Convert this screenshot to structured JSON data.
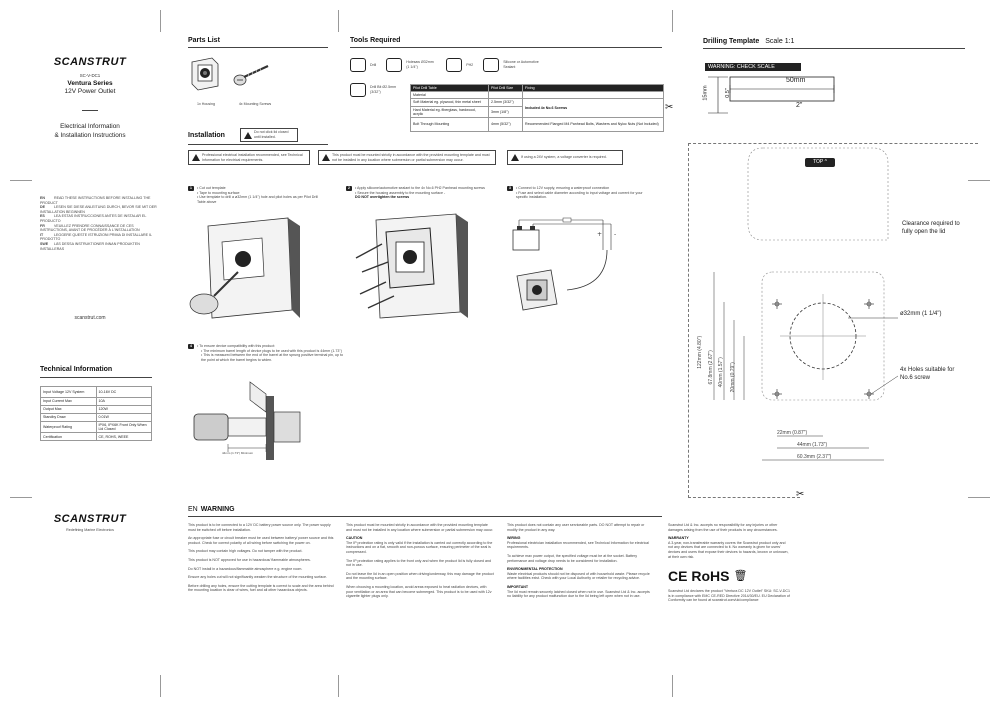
{
  "brand": {
    "name": "SCANSTRUT",
    "tagline": "Redefining Marine Electronics"
  },
  "product": {
    "code": "SC-V-DC1",
    "series": "Ventura Series",
    "name": "12V Power Outlet"
  },
  "doc_title": {
    "line1": "Electrical Information",
    "line2": "& Installation Instructions"
  },
  "languages": [
    {
      "code": "EN",
      "text": "READ THESE INSTRUCTIONS BEFORE INSTALLING THE PRODUCT"
    },
    {
      "code": "DE",
      "text": "LESEN SIE DIESE ANLEITUNG DURCH, BEVOR SIE MIT DER INSTALLATION BEGINNEN"
    },
    {
      "code": "ES",
      "text": "LEA ESTAS INSTRUCCIONES ANTES DE INSTALAR EL PRODUCTO"
    },
    {
      "code": "FR",
      "text": "VEUILLEZ PRENDRE CONNAISSANCE DE CES INSTRUCTIONS, AVANT DE PROCÉDER À L'INSTALLATION"
    },
    {
      "code": "IT",
      "text": "LEGGERE QUESTE ISTRUZIONI PRIMA DI INSTALLARE IL PRODOTTO"
    },
    {
      "code": "SWE",
      "text": "LÄS DESSA INSTRUKTIONER INNAN PRODUKTEN INSTALLERAS"
    }
  ],
  "website": "scanstrut.com",
  "tech": {
    "title": "Technical Information",
    "rows": [
      {
        "k": "Input Voltage 12V System",
        "v": "10-16V DC"
      },
      {
        "k": "Input Current Max",
        "v": "10A"
      },
      {
        "k": "Output Max",
        "v": "120W"
      },
      {
        "k": "Standby Draw",
        "v": "0.01W"
      },
      {
        "k": "Waterproof Rating",
        "v": "IPX6, IPX6K Front Only When Lid Closed"
      },
      {
        "k": "Certification",
        "v": "CE, ROHS, WEEE"
      }
    ]
  },
  "parts": {
    "title": "Parts List",
    "items": [
      {
        "label": "1x Housing"
      },
      {
        "label": "4x Mounting Screws"
      }
    ]
  },
  "tools": {
    "title": "Tools Required",
    "items": [
      {
        "label": "Drill"
      },
      {
        "label": "Holesaw Ø32mm (1 1/4\")"
      },
      {
        "label": "PH2"
      },
      {
        "label": "Silicone or Automotive Sealant"
      },
      {
        "label": "Drill Bit Ø2.5mm (3/32\")"
      }
    ],
    "pilot_table": {
      "headers": [
        "Pilot Drill Table",
        "Pilot Drill Size",
        "Fixing"
      ],
      "rows": [
        {
          "m": "Material",
          "s": "",
          "f": ""
        },
        {
          "m": "Soft Material eg. plywood, thin metal sheet",
          "s": "2.5mm (3/32\")",
          "f": "Included 4x No.6 Screws"
        },
        {
          "m": "Hard Material eg. fiberglass, hardwood, acrylic",
          "s": "3mm (1/8\")",
          "f": ""
        },
        {
          "m": "Bolt Through Mounting",
          "s": "4mm (5/32\")",
          "f": "Recommended Flanged M4 Panhead Bolts, Washers and Nyloc Nuts (Not Included)"
        }
      ]
    }
  },
  "installation": {
    "title": "Installation",
    "lid_note": "Do not click lid closed until installed.",
    "warnings": [
      "Professional electrical installation recommended, see Technical Information for electrical requirements.",
      "This product must be mounted strictly in accordance with the provided mounting template and must not be installed in any location where submersion or partial submersion may occur.",
      "If using a 24V system, a voltage converter is required."
    ],
    "steps": [
      {
        "n": "1",
        "lines": [
          "• Cut out template",
          "• Tape to mounting surface",
          "• Use template to drill a ø32mm (1 1/4\") hole and pilot holes as per Pilot Drill Table above"
        ]
      },
      {
        "n": "2",
        "lines": [
          "• Apply silicone/automotive sealant to the 4x No.6 PH2 Panhead mounting screws",
          "• Secure the housing assembly to the mounting surface -",
          "DO NOT overtighten the screws"
        ]
      },
      {
        "n": "3",
        "lines": [
          "• Connect to 12V supply, ensuring a waterproof connection",
          "• Fuse and select cable diameter according to input voltage and current for your specific installation."
        ]
      },
      {
        "n": "4",
        "lines": [
          "• To ensure device compatibility with this product:",
          "• The minimum barrel length of device plugs to be used with this product is 44mm (1.73\")",
          "• This is measured between the end of the barrel at the sprung positive terminal pin, up to the point at which the barrel begins to widen."
        ]
      }
    ],
    "plug_label": "44mm (1.73\") Minimum"
  },
  "template": {
    "title": "Drilling Template",
    "scale": "Scale 1:1",
    "warning": "WARNING: CHECK SCALE",
    "scale_mm": "50mm",
    "scale_in": "2\"",
    "scale_v_mm": "15mm",
    "scale_v_in": "0.5\"",
    "top": "TOP ^",
    "clearance": "Clearance required to fully open the lid",
    "hole_dia": "ø32mm (1 1/4\")",
    "screw_holes": "4x  Holes suitable for No.6 screw",
    "dims_v": [
      "122mm (4.80\")",
      "67.8mm (2.67\")",
      "40mm (1.57\")",
      "20mm (0.79\")"
    ],
    "dims_h": [
      "22mm (0.87\")",
      "44mm (1.73\")",
      "60.3mm (2.37\")"
    ]
  },
  "warning_section": {
    "lang": "EN",
    "title": "WARNING",
    "col1": [
      "This product is to be connected to a 12V DC battery power source only. The power supply must be switched off before installation.",
      "An appropriate fuse or circuit breaker must be used between battery/ power source and this product. Check for correct polarity of all wiring before switching the power on.",
      "This product may contain high voltages. Do not tamper with the product.",
      "This product is NOT approved for use in hazardous/ flammable atmospheres.",
      "Do NOT install in a hazardous/flammable atmosphere e.g. engine room.",
      "Ensure any holes cut will not significantly weaken the structure of the mounting surface.",
      "Before drilling any holes, ensure the cutting template is correct to scale and the area behind the mounting location is clear of wires, fuel and all other hazardous objects."
    ],
    "col2": [
      "This product must be mounted strictly in accordance with the provided mounting template and must not be installed in any location where submersion or partial submersion may occur.",
      "CAUTION",
      "The IP protection rating is only valid if the installation is carried out correctly according to the instructions and on a flat, smooth and non-porous surface, ensuring perimeter of the seal is compressed.",
      "The IP protection rating applies to the front only and when the product lid is fully closed and not in use.",
      "Do not leave the lid in an open position when driving/underway, this may damage the product and the mounting surface.",
      "When choosing a mounting location, avoid areas exposed to heat radiation devices, with poor ventilation or an area that can become submerged. This product is to be used with 12v cigarette lighter plugs only."
    ],
    "col3": [
      "This product does not contain any user serviceable parts. DO NOT attempt to repair or modify the product in any way.",
      "WIRING",
      "Professional electrician installation recommended, see Technical Information for electrical requirements.",
      "To achieve max power output, the specified voltage must be at the socket. Battery performance and voltage drop needs to be considered for installation.",
      "ENVIRONMENTAL PROTECTION",
      "Waste electrical products should not be disposed of with household waste. Please recycle where facilities exist. Check with your Local Authority or retailer for recycling advice.",
      "IMPORTANT",
      "The lid must remain securely latched closed when not in use. Scanstrut Ltd & Inc. accepts no liability for any product malfunction due to the lid being left open when not in use."
    ],
    "col4": [
      "Scanstrut Ltd & Inc. accepts no responsibility for any injuries or other damages arising from the use of their products in any circumstances.",
      "WARRANTY",
      "A 3-year, non-transferable warranty covers the Scanstrut product only and not any devices that are connected to it. No warranty is given for users' devices and users that expose their devices to hazards, known or unknown, at their own risk.",
      "Scanstrut Ltd declares the product \"Ventura DC 12V Outlet\" SKU: SC-V-DC1 is in compliance with EMC CE-RED Directive 2014/30/EU. EU Declaration of Conformity can be found at scanstrut.com/uk/compliance"
    ],
    "marks": "CE RoHS"
  },
  "colors": {
    "ink": "#222222",
    "dim": "#444444",
    "rule": "#999999"
  }
}
